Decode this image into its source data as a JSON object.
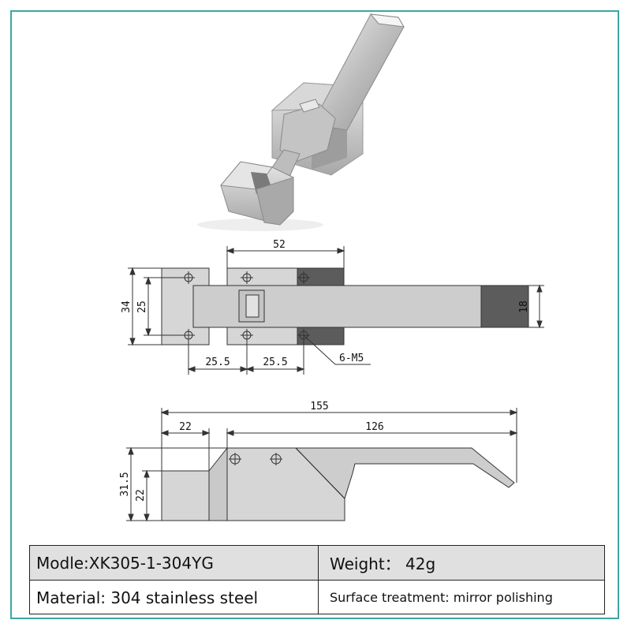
{
  "dimensions": {
    "top_width": "52",
    "height_outer": "34",
    "height_inner": "25",
    "right_height": "18",
    "spacing_left": "25.5",
    "spacing_right": "25.5",
    "screw_callout": "6-M5",
    "total_length": "155",
    "block_length": "22",
    "handle_length": "126",
    "side_outer": "31.5",
    "side_inner": "22"
  },
  "specs": {
    "model": "Modle:XK305-1-304YG",
    "weight": "Weight： 42g",
    "material": "Material: 304 stainless steel",
    "surface": "Surface treatment: mirror polishing"
  },
  "colors": {
    "frame": "#3aa7a0",
    "steel": "#cfcfcf",
    "steel_dark": "#5c5c5c",
    "table_header": "#e0e0e0"
  }
}
